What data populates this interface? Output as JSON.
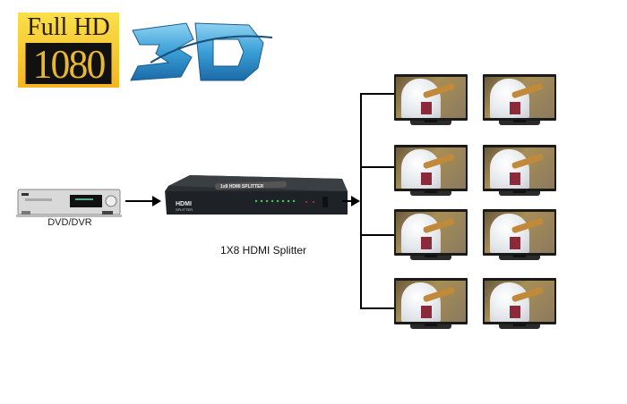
{
  "badges": {
    "fullhd_top": "Full HD",
    "fullhd_bottom": "1080",
    "logo_3d": "3D"
  },
  "source": {
    "label": "DVD/DVR"
  },
  "splitter": {
    "label": "1X8 HDMI Splitter",
    "top_text": "1x8 HDMI SPLITTER",
    "brand_text": "HDMI",
    "brand_sub": "SPLITTER",
    "led_color": "#3ccf4e",
    "port_count": 8
  },
  "outputs": {
    "count": 8,
    "displays": [
      {
        "id": "tv-1"
      },
      {
        "id": "tv-2"
      },
      {
        "id": "tv-3"
      },
      {
        "id": "tv-4"
      },
      {
        "id": "tv-5"
      },
      {
        "id": "tv-6"
      },
      {
        "id": "tv-7"
      },
      {
        "id": "tv-8"
      }
    ]
  }
}
